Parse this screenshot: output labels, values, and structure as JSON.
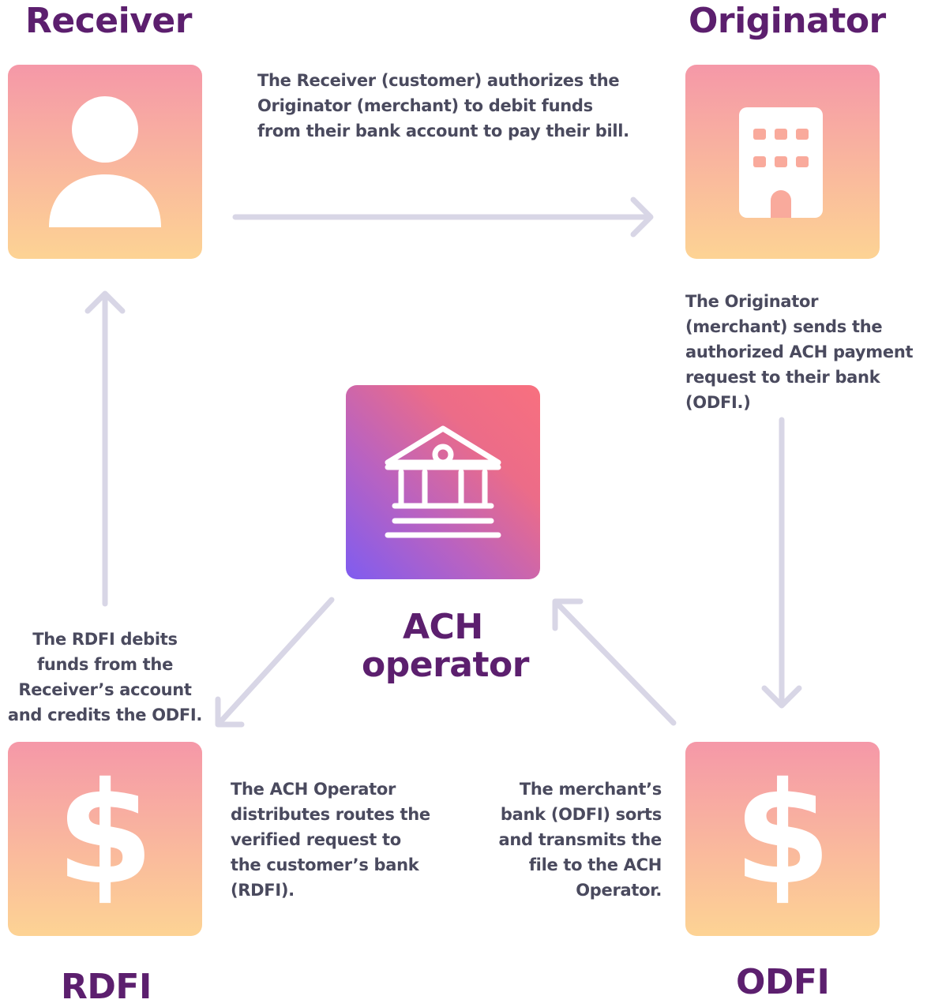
{
  "nodes": {
    "receiver": {
      "title": "Receiver",
      "icon": "person-icon"
    },
    "originator": {
      "title": "Originator",
      "icon": "building-icon"
    },
    "ach_operator": {
      "title_line1": "ACH",
      "title_line2": "operator",
      "icon": "bank-icon"
    },
    "rdfi": {
      "title": "RDFI",
      "icon": "dollar-icon"
    },
    "odfi": {
      "title": "ODFI",
      "icon": "dollar-icon"
    }
  },
  "steps": {
    "receiver_to_originator": "The Receiver (customer) authorizes the Originator (merchant) to debit funds from their bank account to pay their bill.",
    "originator_to_odfi": "The Originator (merchant) sends the authorized ACH payment request to their bank (ODFI.)",
    "odfi_to_operator": "The merchant’s bank (ODFI) sorts and transmits the file to the ACH Operator.",
    "operator_to_rdfi": "The ACH Operator distributes routes the verified request to the customer’s bank (RDFI).",
    "rdfi_to_receiver": "The RDFI debits funds from the Receiver’s account and credits the ODFI."
  },
  "colors": {
    "title": "#5c1f6e",
    "text": "#4a4a5e",
    "arrow": "#d8d6e6",
    "tile_top": "#f598a8",
    "tile_bottom": "#fdd394",
    "operator_gradient": [
      "#f8707f",
      "#7f5cf0"
    ]
  }
}
